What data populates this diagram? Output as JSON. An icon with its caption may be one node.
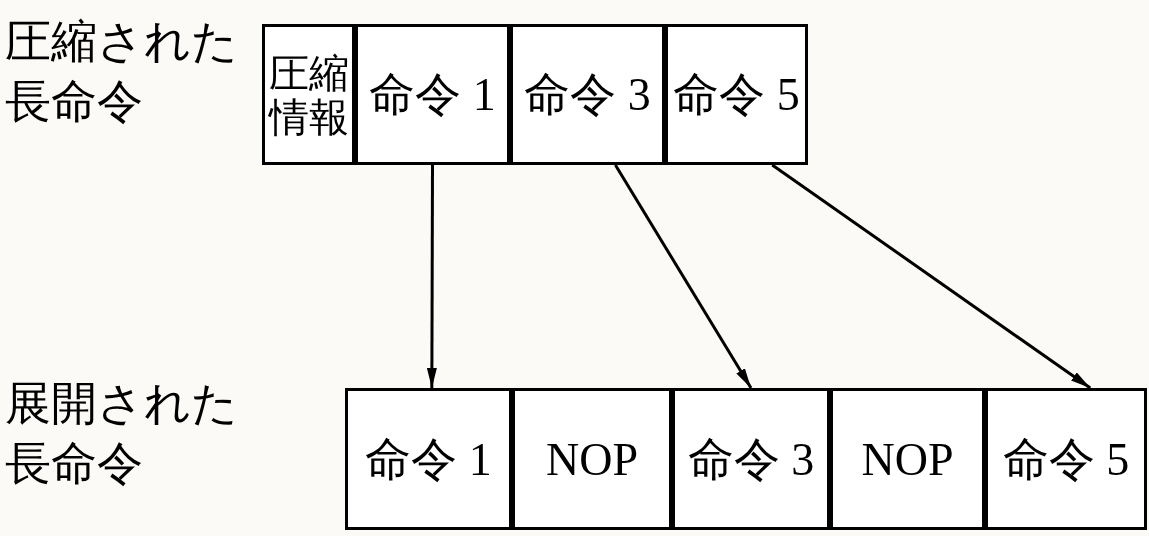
{
  "diagram": {
    "nodes": [
      {
        "text": [
          "圧縮された長命令"
        ]
      },
      {
        "text": [
          "圧縮情報"
        ],
        "in": 0
      },
      {
        "text": [
          "命令 1"
        ],
        "in": 0
      },
      {
        "text": [
          "命令 3"
        ],
        "in": 0
      },
      {
        "text": [
          "命令 5"
        ],
        "in": 0
      },
      {
        "text": [
          "展開された長命令"
        ]
      },
      {
        "text": [
          "命令 1"
        ],
        "in": 5
      },
      {
        "text": [
          "NOP"
        ],
        "in": 5
      },
      {
        "text": [
          "命令 3"
        ],
        "in": 5
      },
      {
        "text": [
          "NOP"
        ],
        "in": 5
      },
      {
        "text": [
          "命令 5"
        ],
        "in": 5
      }
    ],
    "edges": [
      {
        "from": 2,
        "to": 6,
        "arrow": "to"
      },
      {
        "from": 3,
        "to": 8,
        "arrow": "to"
      },
      {
        "from": 4,
        "to": 10,
        "arrow": "to"
      }
    ]
  }
}
